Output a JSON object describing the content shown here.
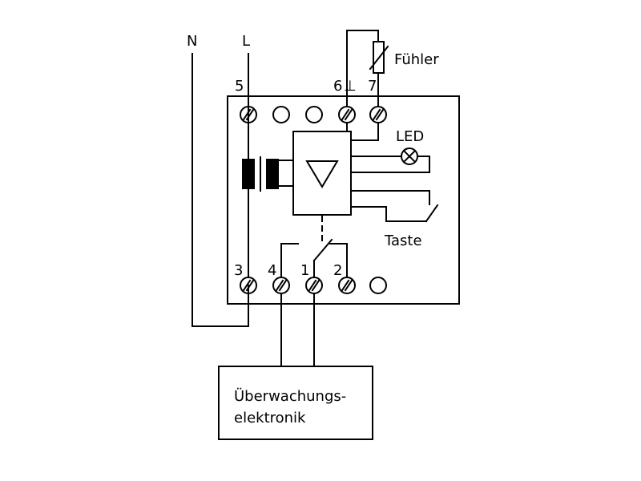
{
  "supply": {
    "neutral": "N",
    "line": "L"
  },
  "top_terminals": {
    "t5": "5",
    "t6": "6",
    "ground": "⊥",
    "t7": "7"
  },
  "bottom_terminals": {
    "t3": "3",
    "t4": "4",
    "t1": "1",
    "t2": "2"
  },
  "sensor_label": "Fühler",
  "led_label": "LED",
  "button_label": "Taste",
  "monitor": {
    "line1": "Überwachungs-",
    "line2": "elektronik"
  }
}
